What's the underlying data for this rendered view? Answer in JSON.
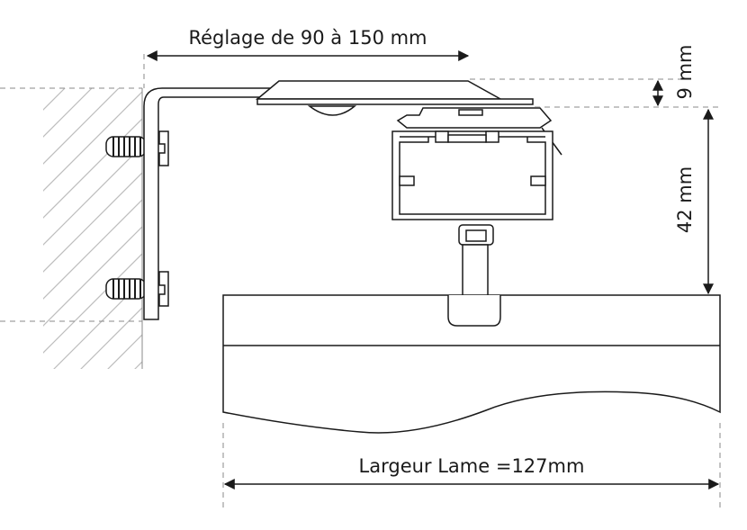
{
  "labels": {
    "adjustment": "Réglage de 90 à 150 mm",
    "gap": "9 mm",
    "height": "42 mm",
    "slat_width": "Largeur Lame =127mm"
  }
}
